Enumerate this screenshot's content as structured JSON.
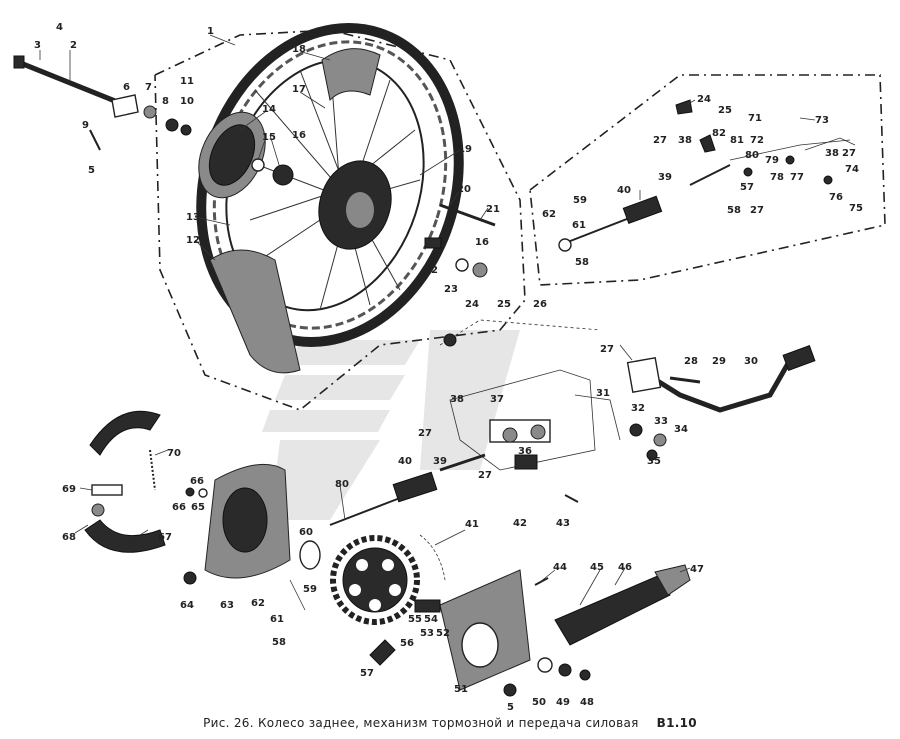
{
  "figure": {
    "caption": "Рис. 26. Колесо заднее, механизм тормозной и передача силовая",
    "code": "В1.10"
  },
  "callouts": [
    "1",
    "2",
    "3",
    "4",
    "5",
    "6",
    "7",
    "8",
    "9",
    "10",
    "11",
    "12",
    "13",
    "14",
    "15",
    "16",
    "17",
    "18",
    "19",
    "20",
    "21",
    "22",
    "23",
    "24",
    "25",
    "26",
    "27",
    "28",
    "29",
    "30",
    "31",
    "32",
    "33",
    "34",
    "35",
    "36",
    "37",
    "38",
    "39",
    "40",
    "41",
    "42",
    "43",
    "44",
    "45",
    "46",
    "47",
    "48",
    "49",
    "50",
    "51",
    "52",
    "53",
    "54",
    "55",
    "56",
    "57",
    "58",
    "59",
    "60",
    "61",
    "62",
    "63",
    "64",
    "65",
    "66",
    "67",
    "68",
    "69",
    "70",
    "71",
    "72",
    "73",
    "74",
    "75",
    "76",
    "77",
    "78",
    "79",
    "80",
    "81",
    "82"
  ]
}
